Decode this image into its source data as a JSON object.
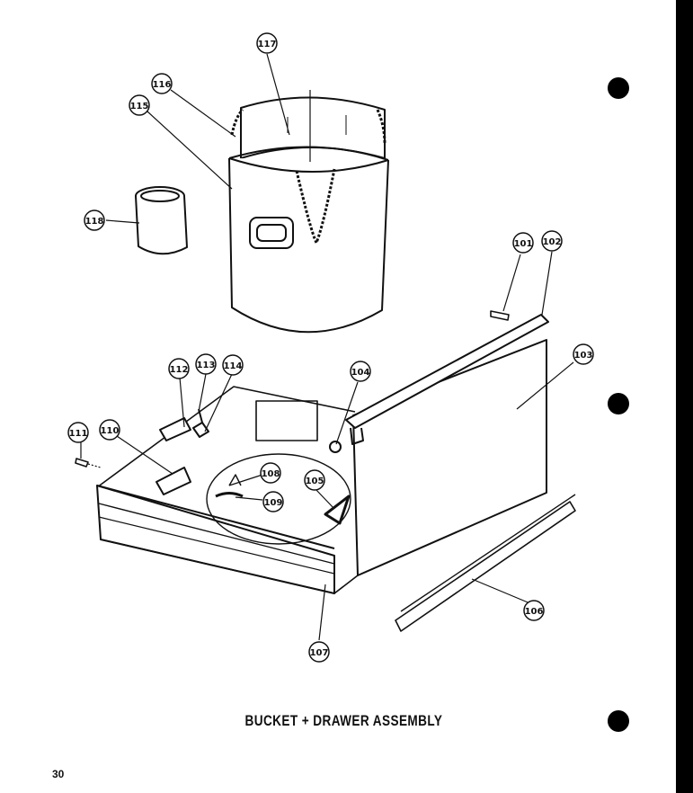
{
  "caption": "BUCKET + DRAWER ASSEMBLY",
  "page_number": "30",
  "parts": {
    "p101": "101",
    "p102": "102",
    "p103": "103",
    "p104": "104",
    "p105": "105",
    "p106": "106",
    "p107": "107",
    "p108": "108",
    "p109": "109",
    "p110": "110",
    "p111": "111",
    "p112": "112",
    "p113": "113",
    "p114": "114",
    "p115": "115",
    "p116": "116",
    "p117": "117",
    "p118": "118"
  }
}
